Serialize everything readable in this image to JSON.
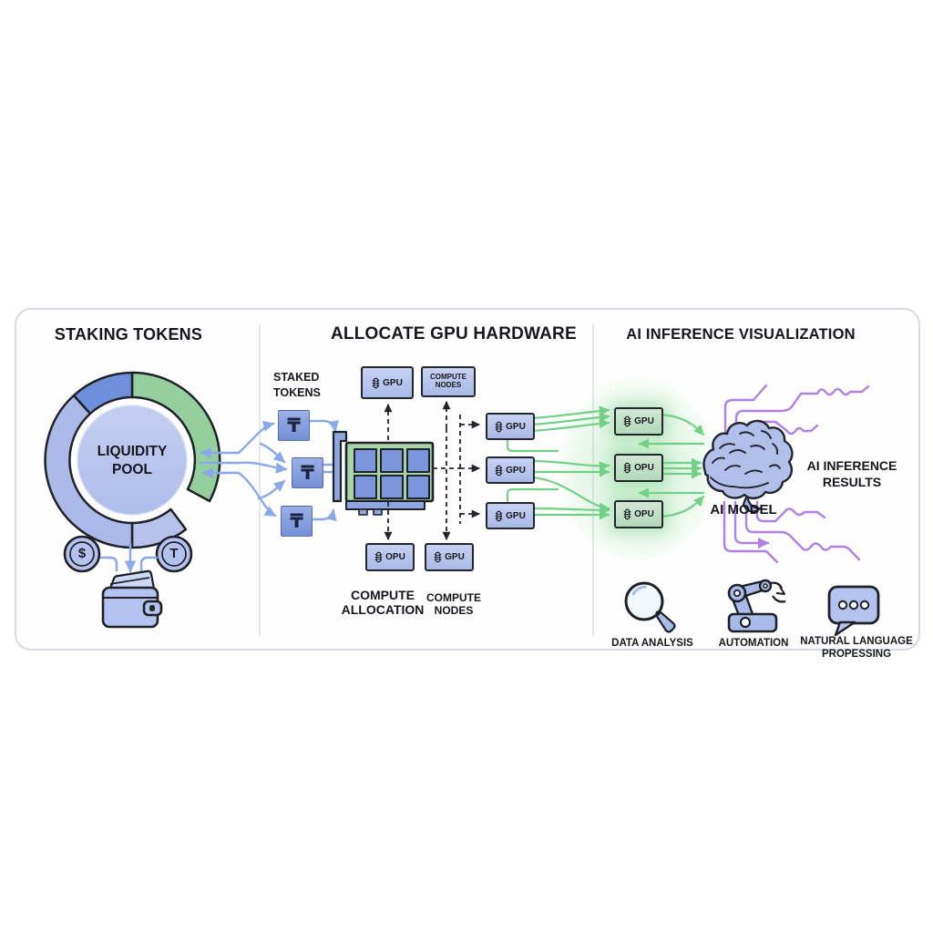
{
  "sections": {
    "staking": {
      "title": "STAKING TOKENS",
      "pool": {
        "line1": "LIQUIDITY",
        "line2": "POOL"
      },
      "dollar_coin": "$",
      "token_coin": "T"
    },
    "allocate": {
      "title": "ALLOCATE GPU HARDWARE",
      "staked_label": {
        "line1": "STAKED",
        "line2": "TOKENS"
      },
      "token_symbol": "₸",
      "top_gpu_box": "GPU",
      "top_compute_box": {
        "line1": "COMPUTE",
        "line2": "NODES"
      },
      "bottom_left_box": "OPU",
      "bottom_right_box": "GPU",
      "alloc_label": {
        "line1": "COMPUTE",
        "line2": "ALLOCATION"
      },
      "nodes_label": {
        "line1": "COMPUTE",
        "line2": "NODES"
      },
      "gpu_nodes": [
        {
          "label": "GPU"
        },
        {
          "label": "GPU"
        },
        {
          "label": "GPU"
        }
      ]
    },
    "inference": {
      "title": "AI INFERENCE VISUALIZATION",
      "green_nodes": [
        {
          "label": "GPU"
        },
        {
          "label": "OPU"
        },
        {
          "label": "OPU"
        }
      ],
      "model_label": "AI MODEL",
      "results": {
        "line1": "AI INFERENCE",
        "line2": "RESULTS"
      },
      "features": [
        {
          "label": "DATA ANALYSIS",
          "icon": "magnifier-icon"
        },
        {
          "label": "AUTOMATION",
          "icon": "robot-arm-icon"
        },
        {
          "label": "NATURAL LANGUAGE",
          "label2": "PROPESSING",
          "icon": "speech-bubble-icon"
        }
      ]
    }
  },
  "icons": {
    "chip": "chip-icon",
    "gpu_card": "gpu-card-icon",
    "wallet": "wallet-icon",
    "coins": "coin-icon",
    "brain": "brain-icon",
    "magnifier": "magnifier-icon",
    "robot_arm": "robot-arm-icon",
    "speech_bubble": "speech-bubble-icon"
  },
  "colors": {
    "arrow_blue": "#8aa9e9",
    "link_green": "#74d086",
    "trace_purple": "#b17fe5",
    "node_blue_fill": "#b9c7ee",
    "node_green_fill": "#bfdec6",
    "pcb_green": "#a8d4ac",
    "donut_green": "#96cf9e",
    "donut_blue": "#6f8edc",
    "donut_periwinkle": "#abbae9",
    "panel_border": "#d5dae3"
  }
}
